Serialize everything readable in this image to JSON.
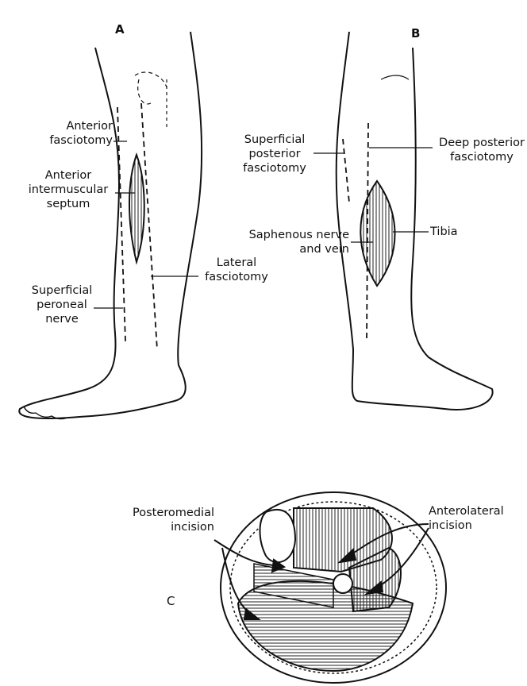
{
  "panels": {
    "a": {
      "letter": "A",
      "labels": {
        "anterior_fasciotomy": [
          "Anterior",
          "fasciotomy"
        ],
        "septum": [
          "Anterior",
          "intermuscular",
          "septum"
        ],
        "nerve": [
          "Superficial",
          "peroneal",
          "nerve"
        ],
        "lateral": [
          "Lateral",
          "fasciotomy"
        ]
      }
    },
    "b": {
      "letter": "B",
      "labels": {
        "superficial_posterior": [
          "Superficial",
          "posterior",
          "fasciotomy"
        ],
        "deep_posterior": [
          "Deep posterior",
          "fasciotomy"
        ],
        "saphenous": [
          "Saphenous nerve",
          "and vein"
        ],
        "tibia": "Tibia"
      }
    },
    "c": {
      "letter": "C",
      "labels": {
        "posteromedial": [
          "Posteromedial",
          "incision"
        ],
        "anterolateral": [
          "Anterolateral",
          "incision"
        ]
      }
    }
  }
}
